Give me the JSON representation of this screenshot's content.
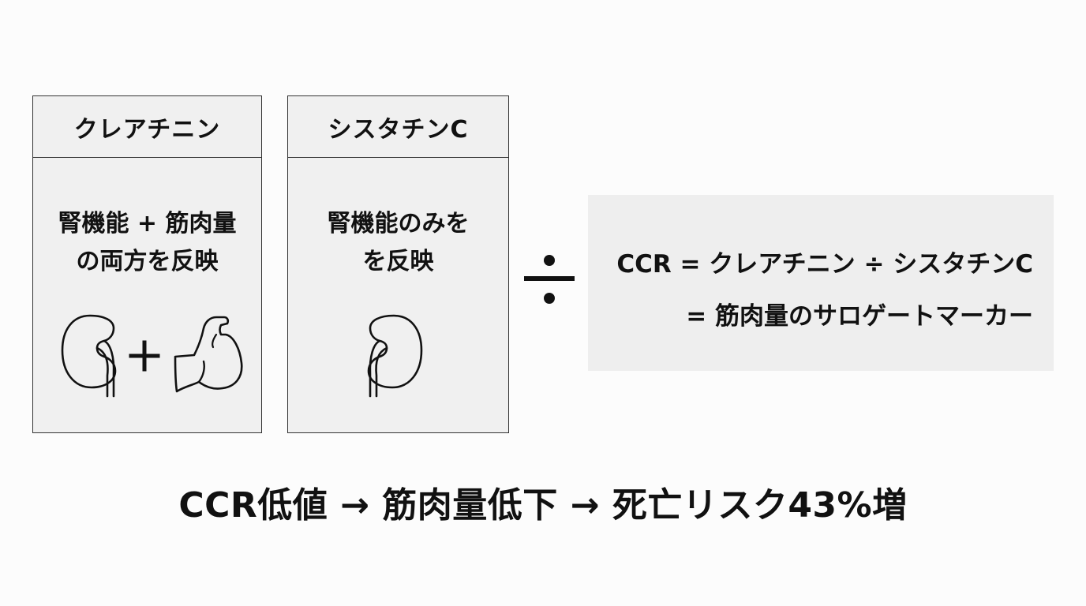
{
  "cards": [
    {
      "title": "クレアチニン",
      "desc_line1": "腎機能 + 筋肉量",
      "desc_line2": "の両方を反映",
      "icons": [
        "kidney-icon",
        "plus-icon",
        "flexed-bicep-icon"
      ]
    },
    {
      "title": "シスタチンC",
      "desc_line1": "腎機能のみを",
      "desc_line2": "を反映",
      "icons": [
        "kidney-icon"
      ]
    }
  ],
  "operator": "÷",
  "formula": {
    "line1": "CCR = クレアチニン ÷ シスタチンC",
    "line2": "= 筋肉量のサロゲートマーカー"
  },
  "conclusion": "CCR低値 → 筋肉量低下 → 死亡リスク43%増",
  "colors": {
    "background": "#fcfcfc",
    "card_fill": "#f0f0f0",
    "formula_fill": "#eeeeee",
    "text": "#111111",
    "border": "#333333"
  }
}
